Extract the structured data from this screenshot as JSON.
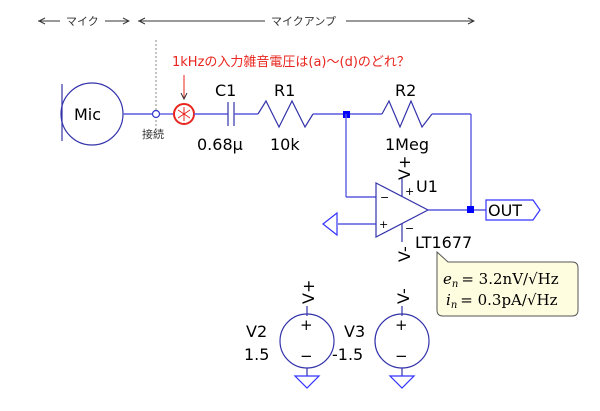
{
  "header": {
    "mic_section": "マイク",
    "amp_section": "マイクアンプ"
  },
  "question": "1kHzの入力雑音電圧は(a)〜(d)のどれ？",
  "connection_label": "接続",
  "components": {
    "mic": {
      "label": "Mic"
    },
    "c1": {
      "name": "C1",
      "value": "0.68μ"
    },
    "r1": {
      "name": "R1",
      "value": "10k"
    },
    "r2": {
      "name": "R2",
      "value": "1Meg"
    },
    "u1": {
      "name": "U1",
      "model": "LT1677",
      "plus_pin": "+",
      "minus_pin": "−",
      "in_minus": "−",
      "in_plus": "+"
    },
    "v2": {
      "name": "V2",
      "value": "1.5",
      "net": "V+"
    },
    "v3": {
      "name": "V3",
      "value": "-1.5",
      "net": "V-"
    },
    "out": {
      "label": "OUT"
    }
  },
  "opamp_nets": {
    "top": "V+",
    "bottom": "V-"
  },
  "note": {
    "en_lhs": "e",
    "en_sub": "n",
    "en_rhs": "= 3.2nV/√Hz",
    "in_lhs": "i",
    "in_sub": "n",
    "in_rhs": "= 0.3pA/√Hz"
  },
  "source_signs": {
    "plus": "+",
    "minus": "−"
  },
  "colors": {
    "wire": "#5a5ae0",
    "junction": "#0000ff",
    "highlight": "#e8251e",
    "note_bg": "#fffde0"
  }
}
